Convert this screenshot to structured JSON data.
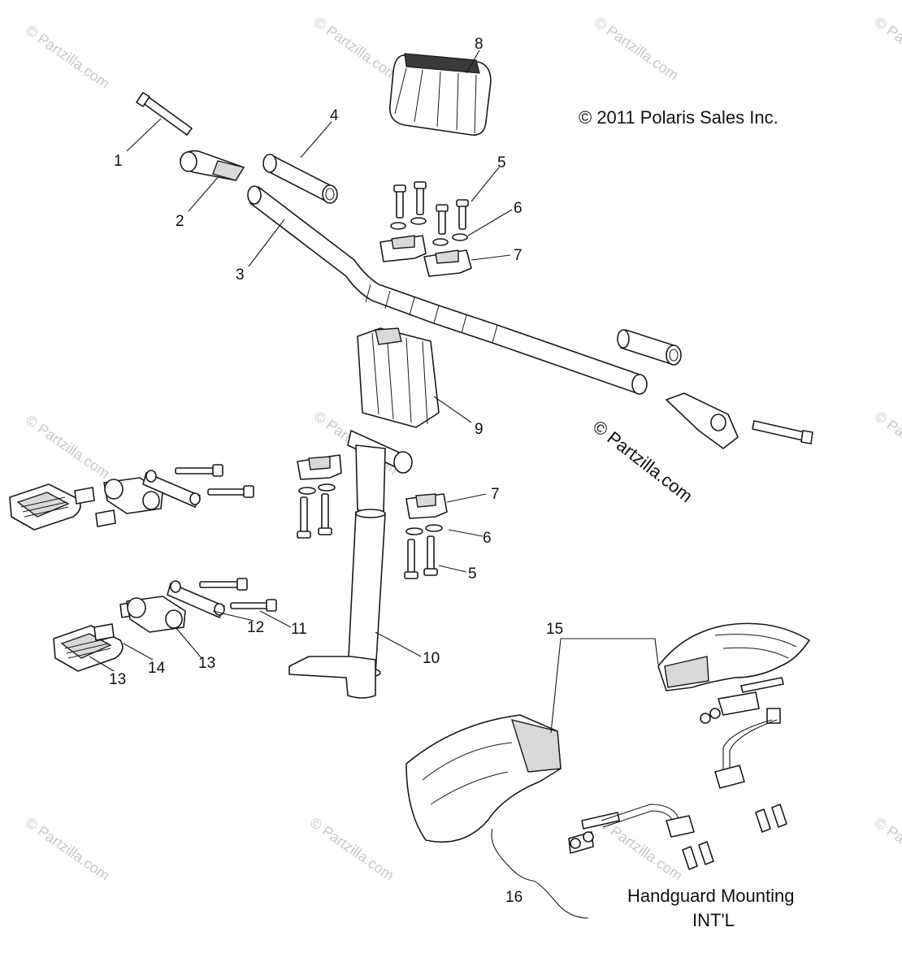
{
  "copyright": "© 2011 Polaris Sales Inc.",
  "partzilla_mark": "© Partzilla.com",
  "watermark_text": "© Partzilla.com",
  "callouts": [
    "1",
    "2",
    "3",
    "4",
    "5",
    "6",
    "7",
    "8",
    "9",
    "10",
    "11",
    "12",
    "13",
    "14",
    "15",
    "16"
  ],
  "handguard_caption": {
    "line1": "Handguard Mounting",
    "line2": "INT'L"
  }
}
